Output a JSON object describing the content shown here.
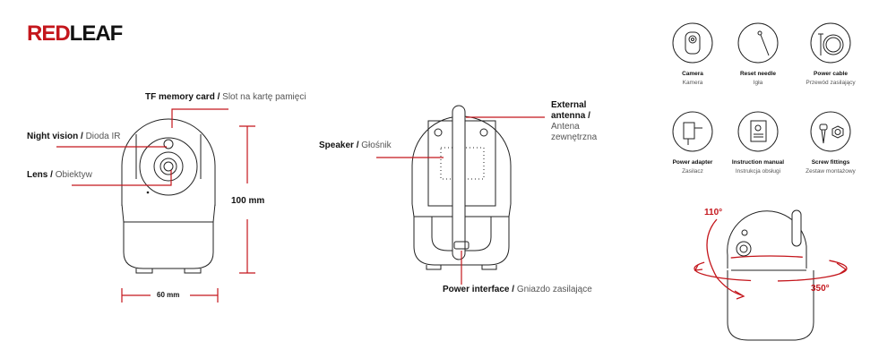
{
  "brand": {
    "logo_red": "RED",
    "logo_black": "LEAF"
  },
  "front_view": {
    "tf_card": {
      "en": "TF memory card",
      "sep": "/",
      "pl": "Slot na kartę pamięci"
    },
    "night_vision": {
      "en": "Night vision",
      "sep": "/",
      "pl": "Dioda IR"
    },
    "lens": {
      "en": "Lens",
      "sep": "/",
      "pl": "Obiektyw"
    },
    "height": "100 mm",
    "width": "60 mm"
  },
  "back_view": {
    "speaker": {
      "en": "Speaker",
      "sep": "/",
      "pl": "Głośnik"
    },
    "antenna": {
      "en1": "External",
      "en2": "antenna",
      "sep": "/",
      "pl1": "Antena",
      "pl2": "zewnętrzna"
    },
    "power": {
      "en": "Power interface",
      "sep": "/",
      "pl": "Gniazdo zasilające"
    }
  },
  "package": [
    {
      "icon": "camera-icon",
      "en": "Camera",
      "pl": "Kamera"
    },
    {
      "icon": "needle-icon",
      "en": "Reset needle",
      "pl": "Igła"
    },
    {
      "icon": "cable-icon",
      "en": "Power cable",
      "pl": "Przewód zasilający"
    },
    {
      "icon": "adapter-icon",
      "en": "Power adapter",
      "pl": "Zasilacz"
    },
    {
      "icon": "manual-icon",
      "en": "Instruction manual",
      "pl": "Instrukcja obsługi"
    },
    {
      "icon": "screw-icon",
      "en": "Screw fittings",
      "pl": "Zestaw montażowy"
    }
  ],
  "rotation": {
    "tilt": "110°",
    "pan": "350°"
  },
  "colors": {
    "accent": "#c4161c",
    "line": "#222222"
  }
}
